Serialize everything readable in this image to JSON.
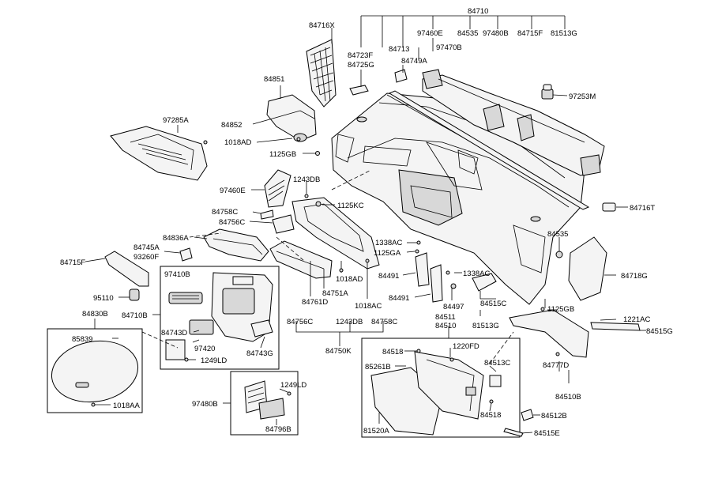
{
  "labels": {
    "l84710": "84710",
    "l97460E_top": "97460E",
    "l84535_top": "84535",
    "l97480B_top": "97480B",
    "l84715F_top": "84715F",
    "l81513G_top": "81513G",
    "l84716X": "84716X",
    "l84723F": "84723F",
    "l84725G": "84725G",
    "l84713": "84713",
    "l84749A": "84749A",
    "l97470B": "97470B",
    "l84851": "84851",
    "l97253M": "97253M",
    "l97285A": "97285A",
    "l84852": "84852",
    "l1018AD_a": "1018AD",
    "l1125GB_a": "1125GB",
    "l97460E": "97460E",
    "l1243DB_a": "1243DB",
    "l1125KC": "1125KC",
    "l84716T": "84716T",
    "l84758C_a": "84758C",
    "l84756C_a": "84756C",
    "l84535": "84535",
    "l84836A": "84836A",
    "l84745A": "84745A",
    "l93260F": "93260F",
    "l1338AC_a": "1338AC",
    "l1125GA": "1125GA",
    "l84715F": "84715F",
    "l1018AD_b": "1018AD",
    "l84718G": "84718G",
    "l97410B": "97410B",
    "l84491_a": "84491",
    "l1338AC_b": "1338AC",
    "l84761D": "84761D",
    "l84751A": "84751A",
    "l95110": "95110",
    "l84491_b": "84491",
    "l84515C": "84515C",
    "l1018AC": "1018AC",
    "l84497": "84497",
    "l1125GB_b": "1125GB",
    "l84830B": "84830B",
    "l84710B": "84710B",
    "l84511": "84511",
    "l84510": "84510",
    "l81513G": "81513G",
    "l1221AC": "1221AC",
    "l84756C_b": "84756C",
    "l1243DB_b": "1243DB",
    "l84758C_b": "84758C",
    "l84515G": "84515G",
    "l85839": "85839",
    "l84743D": "84743D",
    "l1220FD": "1220FD",
    "l84518_a": "84518",
    "l97420": "97420",
    "l84743G": "84743G",
    "l84750K": "84750K",
    "l85261B": "85261B",
    "l84513C": "84513C",
    "l84777D": "84777D",
    "l1249LD_a": "1249LD",
    "l84510B": "84510B",
    "l1249LD_b": "1249LD",
    "l1018AA": "1018AA",
    "l97480B": "97480B",
    "l84518_b": "84518",
    "l84512B": "84512B",
    "l84796B": "84796B",
    "l81520A": "81520A",
    "l84515E": "84515E"
  }
}
